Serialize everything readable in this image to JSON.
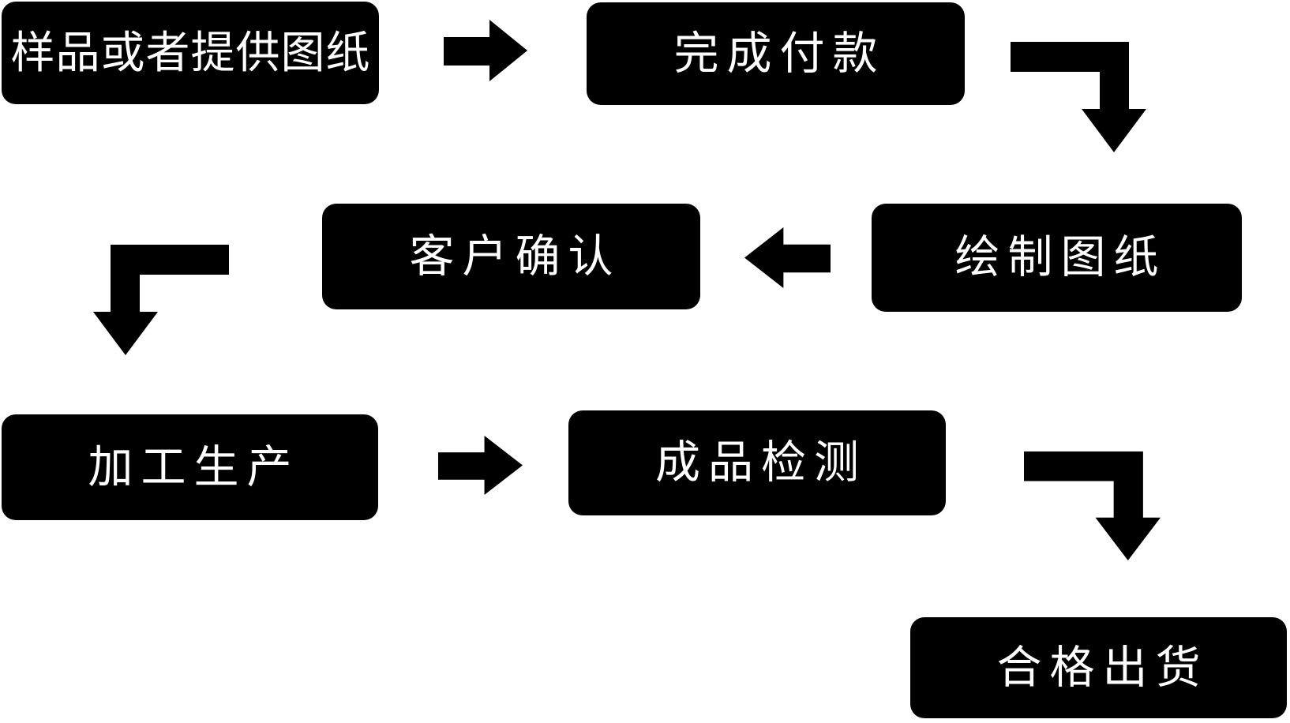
{
  "diagram": {
    "type": "flowchart",
    "background_color": "#ffffff",
    "node_fill_color": "#000000",
    "node_text_color": "#ffffff",
    "arrow_color": "#000000",
    "nodes": [
      {
        "id": "sample",
        "label": "样品或者提供图纸"
      },
      {
        "id": "payment",
        "label": "完成付款"
      },
      {
        "id": "confirm",
        "label": "客户确认"
      },
      {
        "id": "draw",
        "label": "绘制图纸"
      },
      {
        "id": "production",
        "label": "加工生产"
      },
      {
        "id": "inspection",
        "label": "成品检测"
      },
      {
        "id": "shipment",
        "label": "合格出货"
      }
    ],
    "edges": [
      {
        "from": "样品或者提供图纸",
        "to": "完成付款",
        "shape": "straight-right-arrow"
      },
      {
        "from": "完成付款",
        "to": "绘制图纸",
        "shape": "elbow-right-down-arrow"
      },
      {
        "from": "绘制图纸",
        "to": "客户确认",
        "shape": "straight-left-arrow"
      },
      {
        "from": "客户确认",
        "to": "加工生产",
        "shape": "elbow-left-down-arrow"
      },
      {
        "from": "加工生产",
        "to": "成品检测",
        "shape": "straight-right-arrow"
      },
      {
        "from": "成品检测",
        "to": "合格出货",
        "shape": "elbow-right-down-arrow"
      }
    ],
    "flow_order": "样品或者提供图纸 → 完成付款 → 绘制图纸 → 客户确认 → 加工生产 → 成品检测 → 合格出货"
  }
}
